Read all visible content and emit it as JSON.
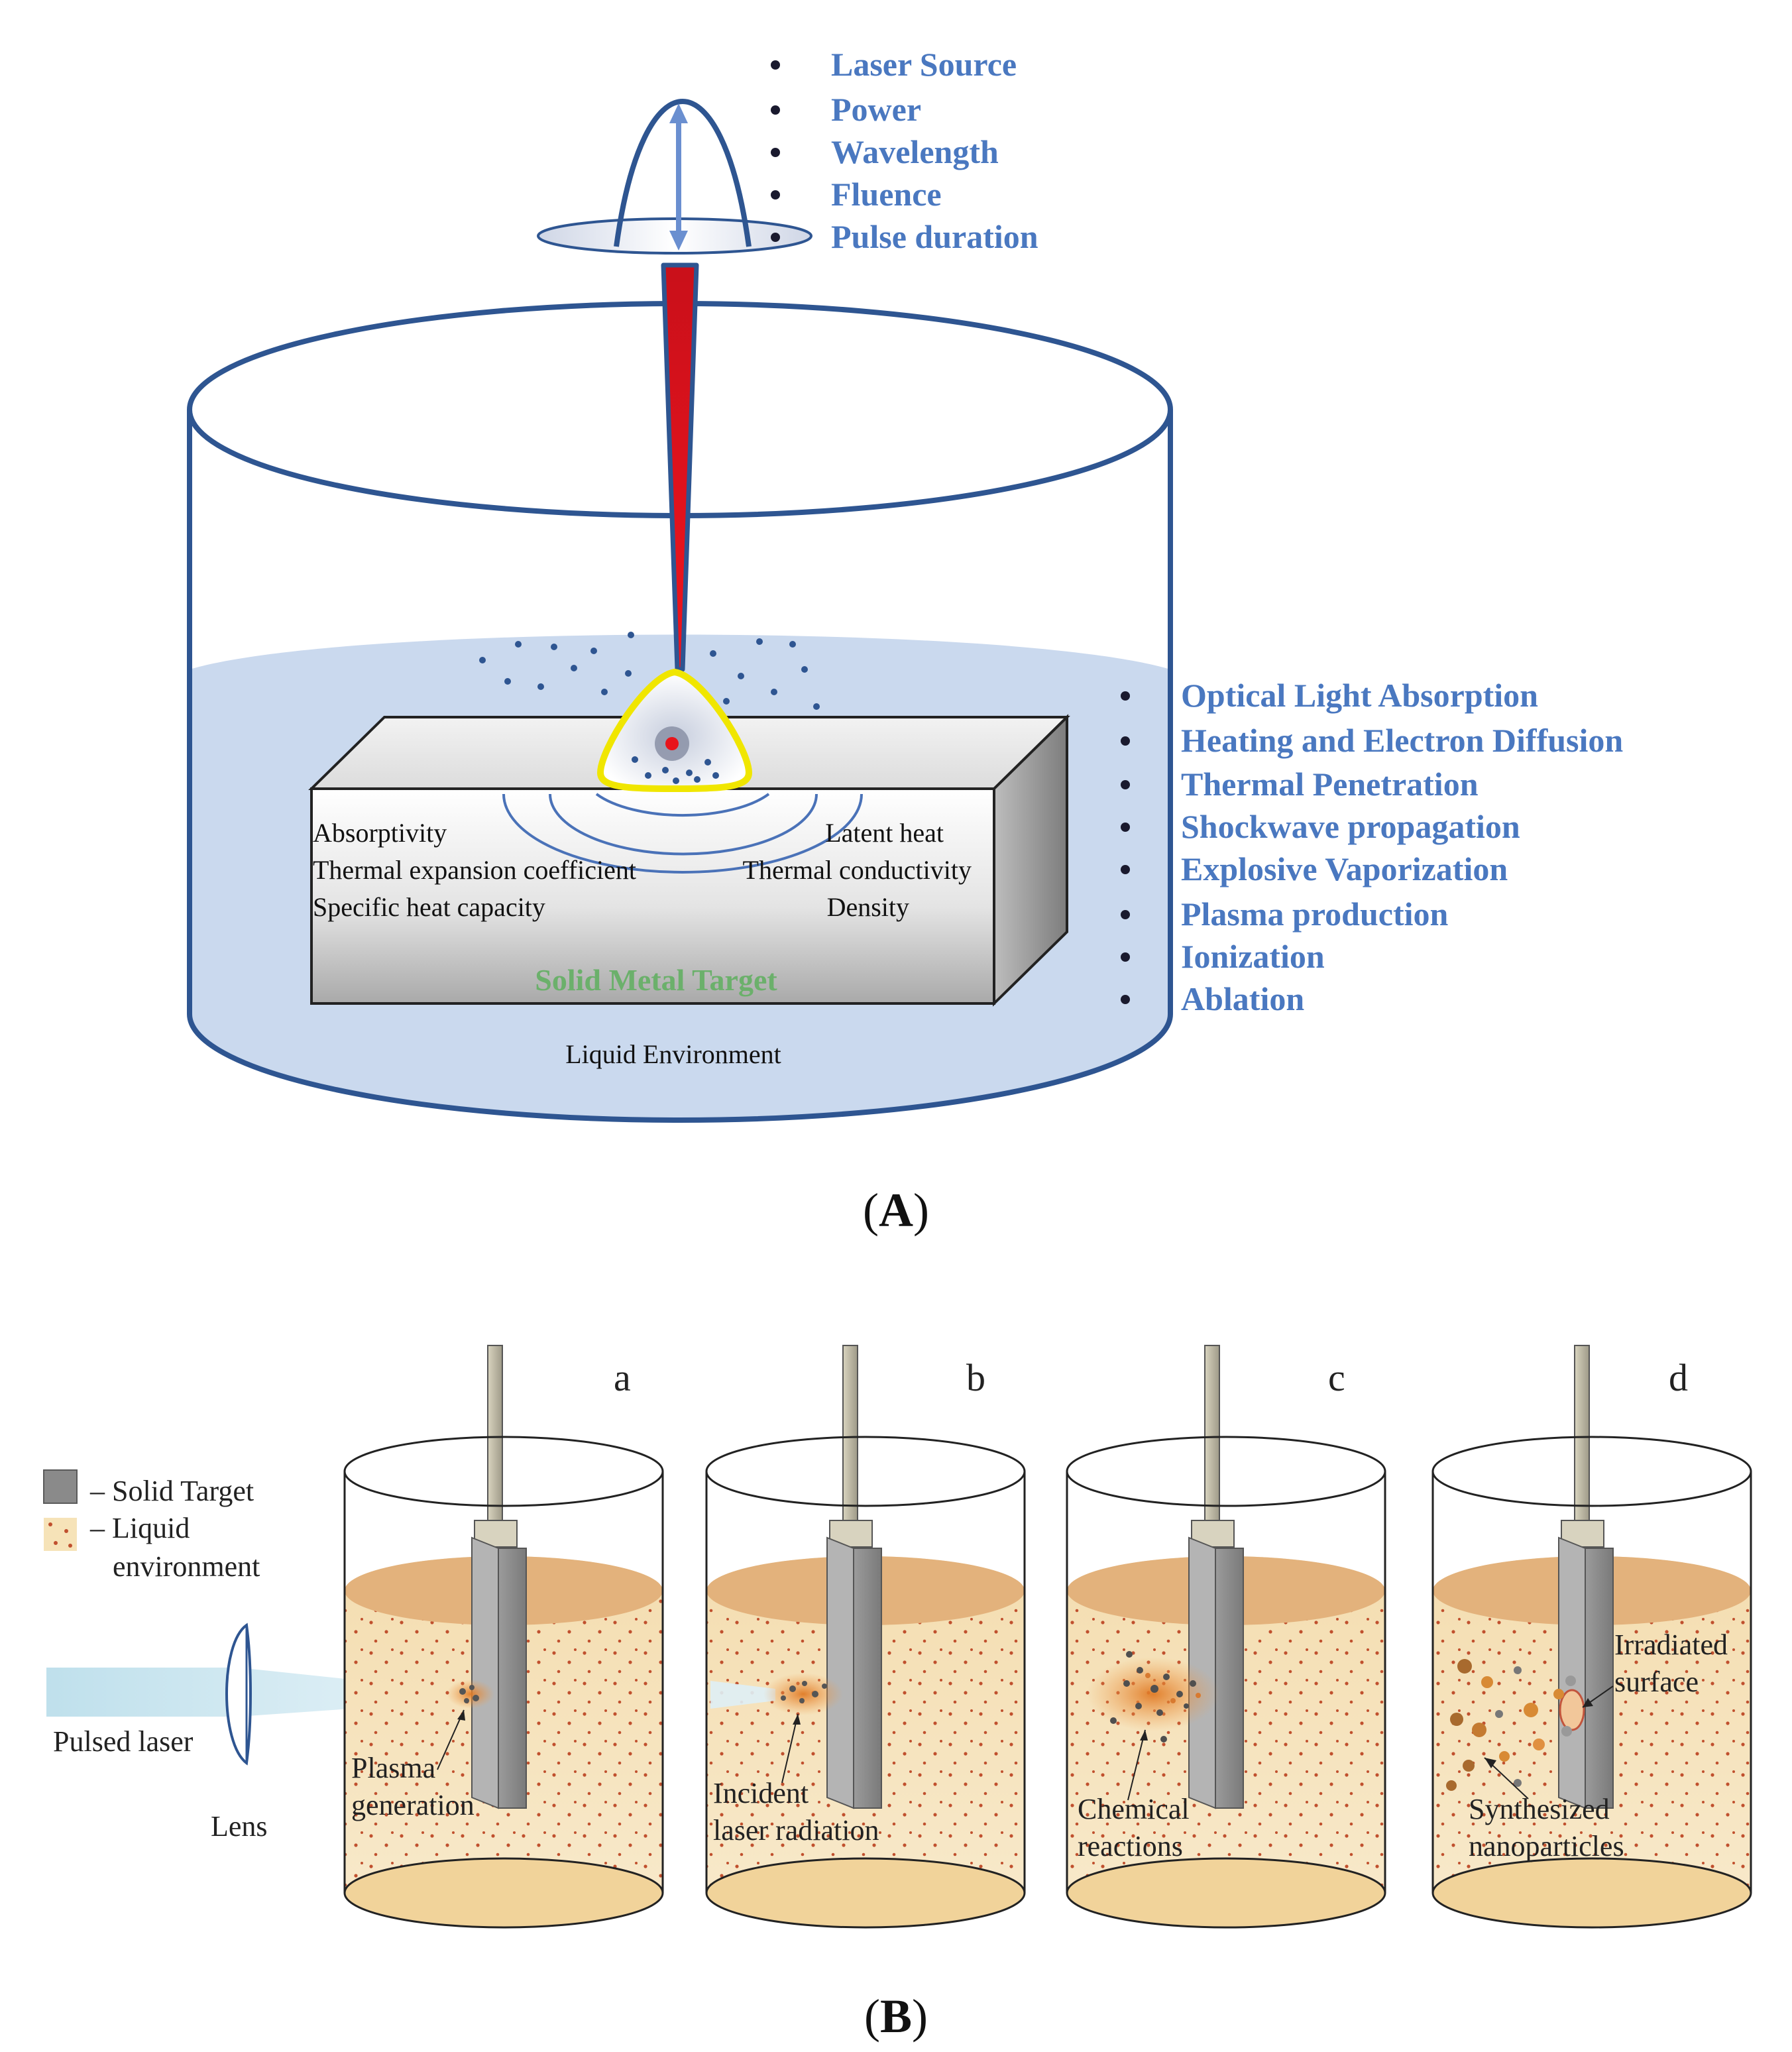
{
  "panel_a": {
    "label_open": "(",
    "label_letter": "A",
    "label_close": ")",
    "laser_parameters": [
      "Laser Source",
      "Power",
      "Wavelength",
      "Fluence",
      "Pulse duration"
    ],
    "target_properties_left": [
      "Absorptivity",
      "Thermal expansion coefficient",
      "Specific heat capacity"
    ],
    "target_properties_right": [
      "Latent heat",
      "Thermal conductivity",
      "Density"
    ],
    "target_label": "Solid Metal Target",
    "environment_label": "Liquid Environment",
    "processes": [
      "Optical Light Absorption",
      "Heating and Electron Diffusion",
      "Thermal Penetration",
      "Shockwave propagation",
      "Explosive Vaporization",
      "Plasma production",
      "Ionization",
      "Ablation"
    ],
    "colors": {
      "text_blue": "#4a78c0",
      "vessel": "#2e5591",
      "liquid": "#cad9ee",
      "laser": "#e8141b",
      "plume_outline": "#f0e600",
      "target_label": "#6bb06b"
    }
  },
  "panel_b": {
    "label_open": "(",
    "label_letter": "B",
    "label_close": ")",
    "legend": {
      "solid_target": "– Solid Target",
      "liquid_line1": "– Liquid",
      "liquid_line2": "environment"
    },
    "pulsed_laser": "Pulsed laser",
    "lens": "Lens",
    "stages": [
      {
        "letter": "a",
        "line1": "Plasma",
        "line2": "generation"
      },
      {
        "letter": "b",
        "line1": "Incident",
        "line2": "laser radiation"
      },
      {
        "letter": "c",
        "line1": "Chemical",
        "line2": "reactions"
      },
      {
        "letter": "d",
        "line1": "Synthesized",
        "line2": "nanoparticles",
        "extra_line1": "Irradiated",
        "extra_line2": "surface"
      }
    ],
    "colors": {
      "liquid": "#f6e3b8",
      "liquid_top": "#e3b27c",
      "dots": "#c0502e",
      "target": "#8c8c8c"
    }
  }
}
